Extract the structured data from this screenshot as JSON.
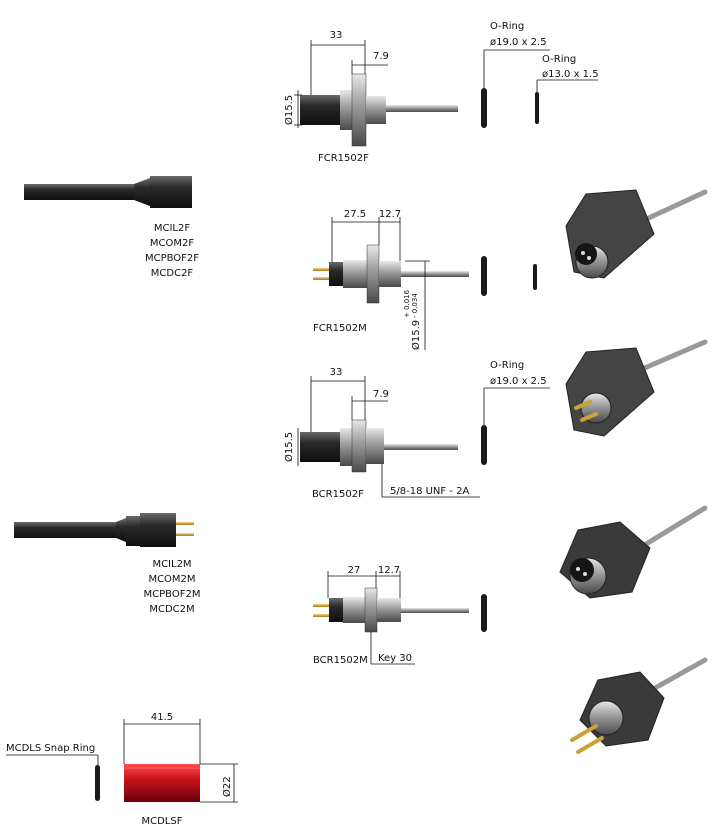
{
  "parts": {
    "fcr1502f": {
      "name": "FCR1502F",
      "dim_len": "33",
      "dim_flange": "7.9",
      "dim_dia": "Ø15.5",
      "oring1_title": "O-Ring",
      "oring1_size": "ø19.0  x  2.5",
      "oring2_title": "O-Ring",
      "oring2_size": "ø13.0  x  1.5"
    },
    "fcr1502m": {
      "name": "FCR1502M",
      "dim_len": "27.5",
      "dim_flange": "12.7",
      "dim_dia": "Ø15.9",
      "dim_tol_upper": "+ 0.016",
      "dim_tol_lower": "- 0.034"
    },
    "bcr1502f": {
      "name": "BCR1502F",
      "dim_len": "33",
      "dim_flange": "7.9",
      "dim_dia": "Ø15.5",
      "oring_title": "O-Ring",
      "oring_size": "ø19.0  x  2.5",
      "thread": "5/8-18  UNF  -  2A"
    },
    "bcr1502m": {
      "name": "BCR1502M",
      "dim_len": "27",
      "dim_flange": "12.7",
      "key": "Key  30"
    },
    "mcdlsf": {
      "name": "MCDLSF",
      "dim_len": "41.5",
      "dim_dia": "Ø22",
      "snap_ring": "MCDLS  Snap  Ring"
    }
  },
  "cable_female_labels": [
    "MCIL2F",
    "MCOM2F",
    "MCPBOF2F",
    "MCDC2F"
  ],
  "cable_male_labels": [
    "MCIL2M",
    "MCOM2M",
    "MCPBOF2M",
    "MCDC2M"
  ],
  "colors": {
    "cap_red": "#c8141c",
    "body_dark": "#2a2a2a",
    "metal": "#9a9a9a"
  }
}
